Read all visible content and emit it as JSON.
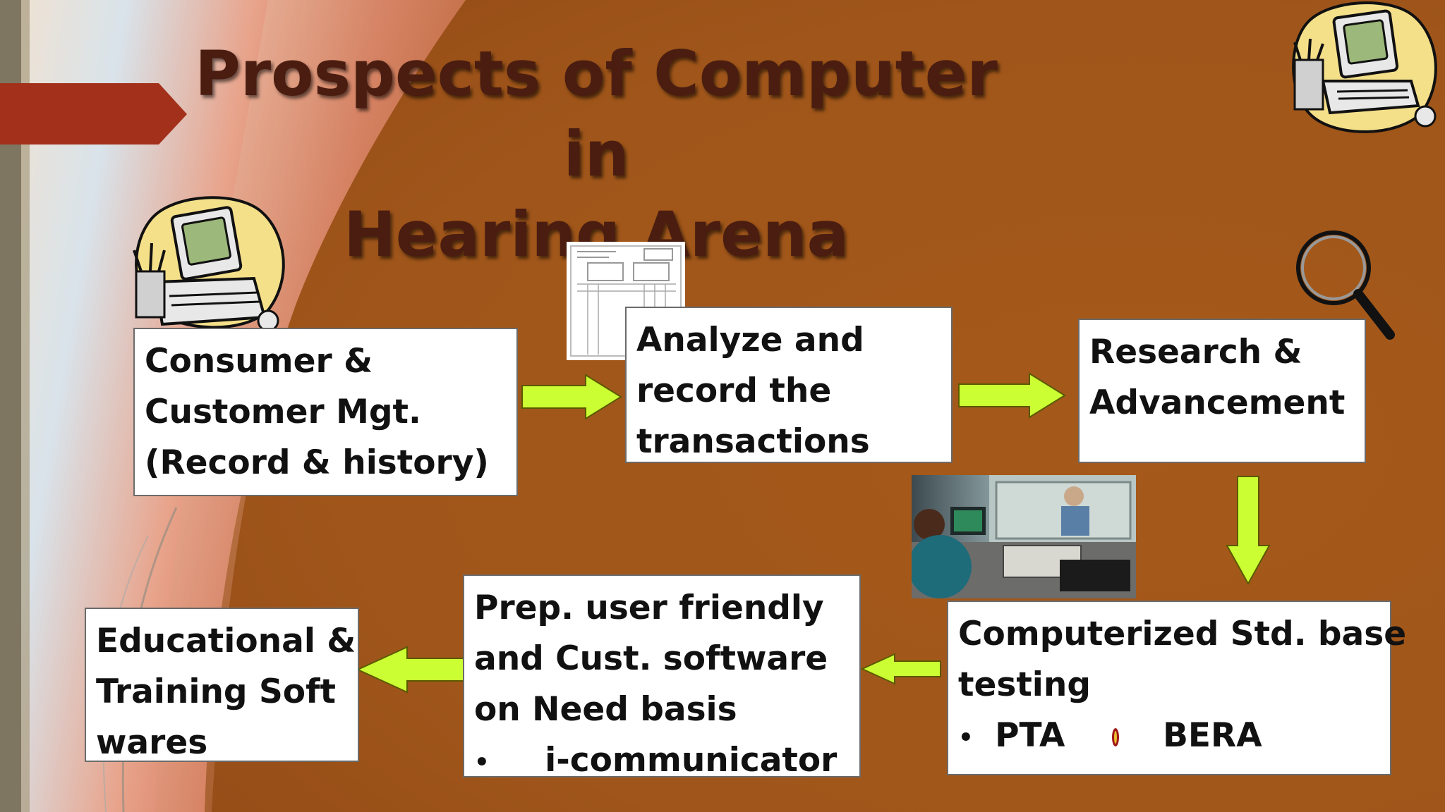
{
  "slide": {
    "title_line1": "Prospects of Computer in",
    "title_line2": "Hearing Arena"
  },
  "boxes": {
    "consumer": {
      "line1": "Consumer &",
      "line2": "Customer Mgt.",
      "line3": "(Record & history)"
    },
    "analyze": {
      "line1": "Analyze and",
      "line2": "record the",
      "line3": "transactions"
    },
    "research": {
      "line1": "Research &",
      "line2": "Advancement"
    },
    "computerized": {
      "line1": "Computerized Std. base",
      "line2": "testing",
      "bullet1": "PTA",
      "bullet2": "BERA"
    },
    "prep": {
      "line1": "Prep. user friendly",
      "line2": "and Cust. software",
      "line3": "on  Need basis",
      "bullet": "i-communicator"
    },
    "educational": {
      "line1": "Educational &",
      "line2": "Training Soft",
      "line3": "wares"
    }
  },
  "colors": {
    "arrow": "#ccff33",
    "title": "#4a1d10",
    "accent_tab": "#a3301a"
  },
  "icons": [
    "computer-clipart-icon",
    "document-form-icon",
    "magnifier-icon",
    "audiometry-photo"
  ]
}
